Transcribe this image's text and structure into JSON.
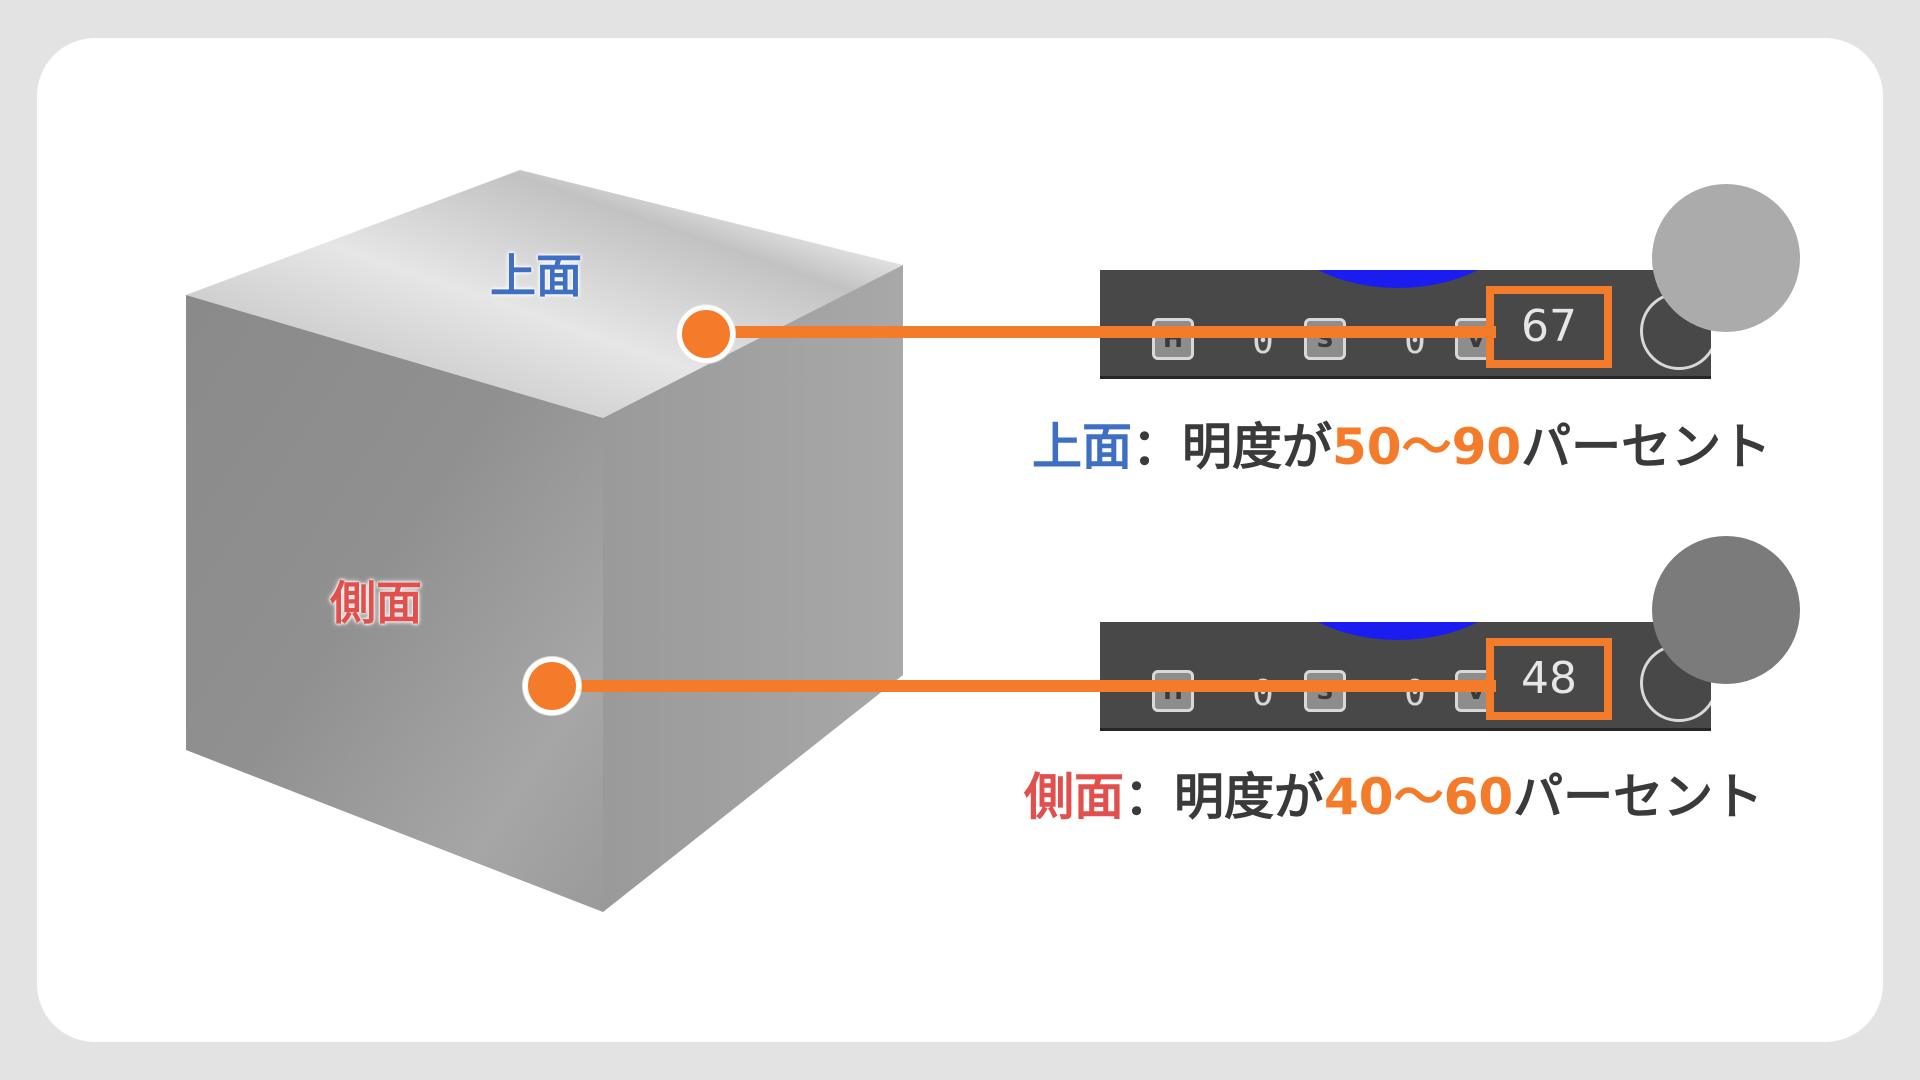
{
  "colors": {
    "accent_orange": "#f47b2a",
    "top_face_blue": "#3e6fc2",
    "side_face_red": "#e2504d",
    "text_dark": "#3a3a3a",
    "swatch_top": "#ababab",
    "swatch_side": "#7b7b7b"
  },
  "cube": {
    "top_label": "上面",
    "side_label": "側面"
  },
  "readouts": [
    {
      "badge_h": "H",
      "h_value": "0",
      "badge_s": "S",
      "s_value": "0",
      "badge_v": "V",
      "v_value": "67",
      "swatch_color": "#ababab"
    },
    {
      "badge_h": "H",
      "h_value": "0",
      "badge_s": "S",
      "s_value": "0",
      "badge_v": "V",
      "v_value": "48",
      "swatch_color": "#7b7b7b"
    }
  ],
  "captions": [
    {
      "face": "上面",
      "separator": "：明度が",
      "range": "50〜90",
      "unit": "パーセント"
    },
    {
      "face": "側面",
      "separator": "：明度が",
      "range": "40〜60",
      "unit": "パーセント"
    }
  ]
}
